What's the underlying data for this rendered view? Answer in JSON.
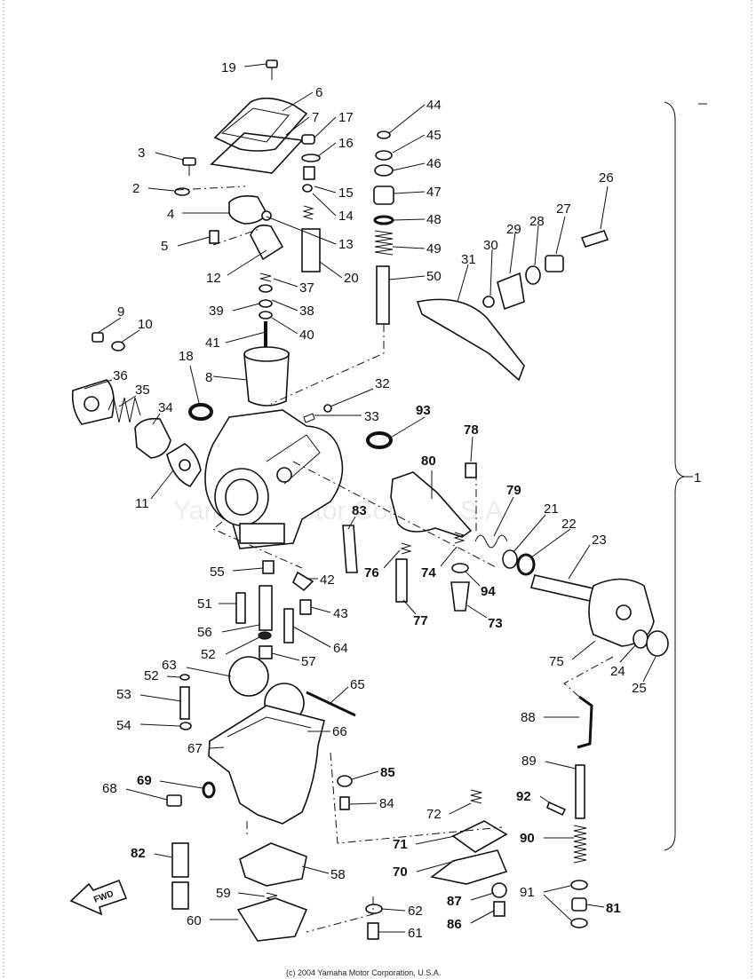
{
  "diagram": {
    "watermark": "Yamaha Motor Corp., U.S.A.",
    "footer": "(c) 2004 Yamaha Motor Corporation, U.S.A.",
    "group_label": "1",
    "fwd_label": "FWD",
    "callouts": {
      "c19": "19",
      "c6": "6",
      "c7": "7",
      "c17": "17",
      "c16": "16",
      "c3": "3",
      "c2": "2",
      "c15": "15",
      "c4": "4",
      "c14": "14",
      "c13": "13",
      "c5": "5",
      "c12": "12",
      "c20": "20",
      "c37": "37",
      "c39": "39",
      "c38": "38",
      "c40": "40",
      "c41": "41",
      "c9": "9",
      "c10": "10",
      "c8": "8",
      "c36": "36",
      "c18": "18",
      "c35": "35",
      "c34": "34",
      "c11": "11",
      "c44": "44",
      "c45": "45",
      "c46": "46",
      "c47": "47",
      "c48": "48",
      "c49": "49",
      "c50": "50",
      "c26": "26",
      "c27": "27",
      "c28": "28",
      "c29": "29",
      "c30": "30",
      "c31": "31",
      "c32": "32",
      "c33": "33",
      "c93": "93",
      "c78": "78",
      "c80": "80",
      "c79": "79",
      "c21": "21",
      "c22": "22",
      "c23": "23",
      "c83": "83",
      "c76": "76",
      "c74": "74",
      "c94": "94",
      "c77": "77",
      "c73": "73",
      "c55": "55",
      "c42": "42",
      "c51": "51",
      "c43": "43",
      "c56": "56",
      "c64": "64",
      "c52a": "52",
      "c57": "57",
      "c75": "75",
      "c24": "24",
      "c25": "25",
      "c52b": "52",
      "c63": "63",
      "c65": "65",
      "c53": "53",
      "c54": "54",
      "c66": "66",
      "c67": "67",
      "c88": "88",
      "c69": "69",
      "c68": "68",
      "c85": "85",
      "c89": "89",
      "c84": "84",
      "c92": "92",
      "c72": "72",
      "c71": "71",
      "c90": "90",
      "c82": "82",
      "c58": "58",
      "c70": "70",
      "c59": "59",
      "c87": "87",
      "c91": "91",
      "c81": "81",
      "c62": "62",
      "c60": "60",
      "c86": "86",
      "c61": "61"
    }
  }
}
